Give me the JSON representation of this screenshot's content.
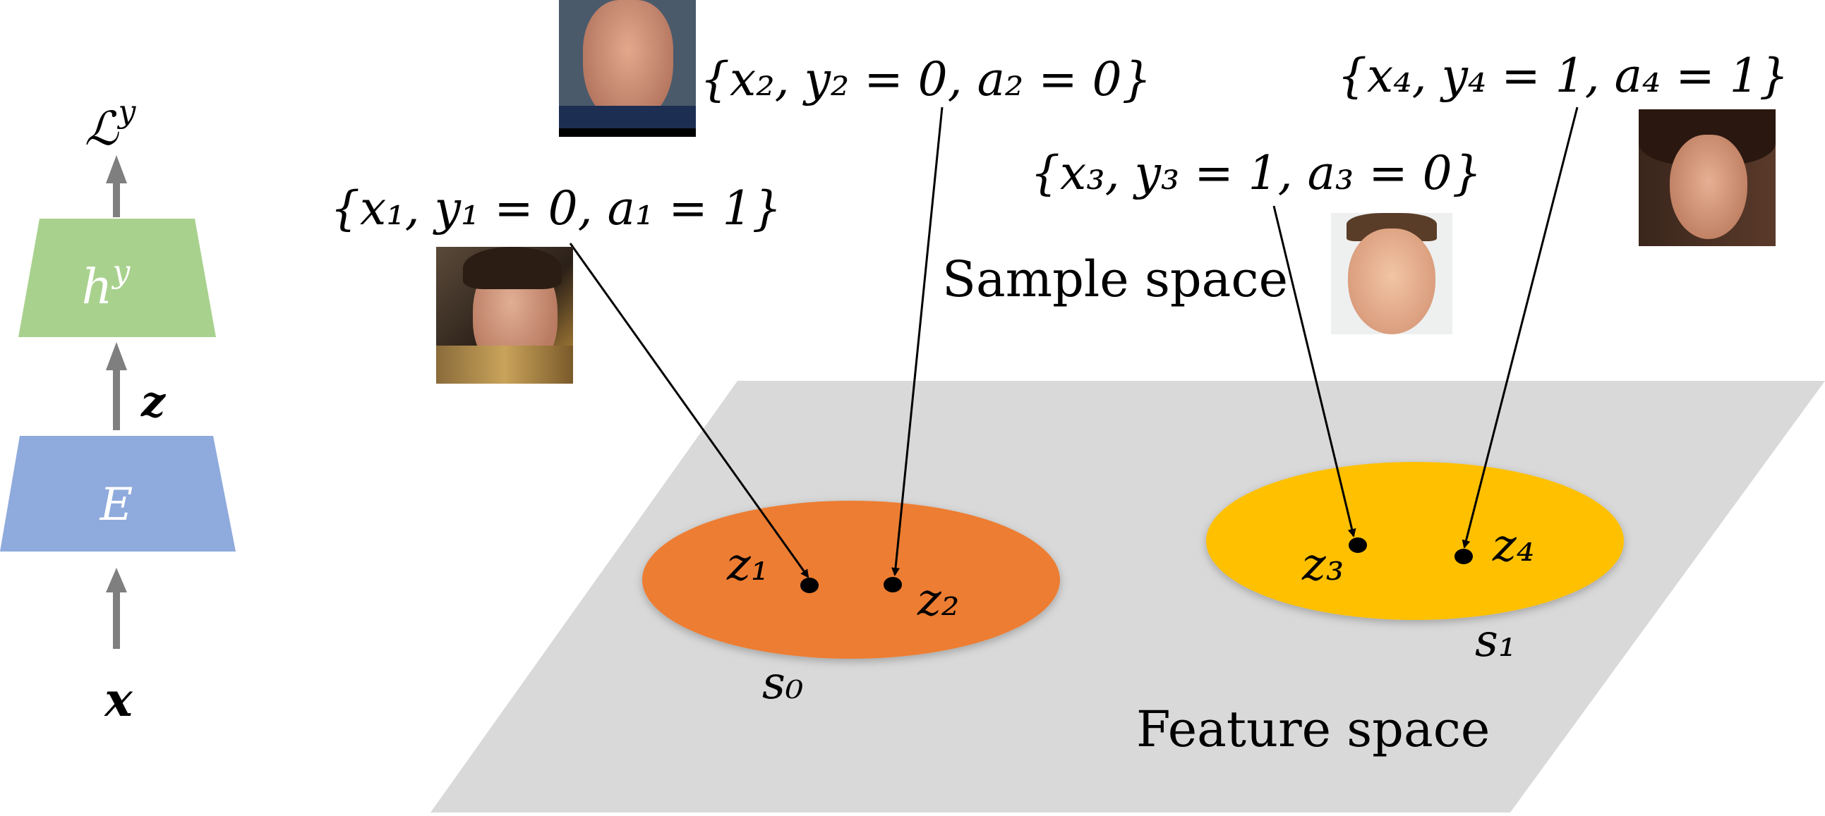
{
  "pipeline": {
    "loss_label": "ℒ",
    "loss_sup": "y",
    "head_label": "h",
    "head_sup": "y",
    "latent_label": "z",
    "encoder_label": "E",
    "input_label": "x",
    "colors": {
      "head": "#a9d18e",
      "encoder": "#8faadc",
      "arrow": "#7f7f7f"
    }
  },
  "samples": [
    {
      "id": "1",
      "label": "{x₁, y₁ = 0, a₁ = 1}",
      "face": "woman-face-1"
    },
    {
      "id": "2",
      "label": "{x₂, y₂ = 0, a₂ = 0}",
      "face": "man-face-2"
    },
    {
      "id": "3",
      "label": "{x₃, y₃ = 1, a₃ = 0}",
      "face": "man-face-3"
    },
    {
      "id": "4",
      "label": "{x₄, y₄ = 1, a₄ = 1}",
      "face": "woman-face-4"
    }
  ],
  "sample_space_label": "Sample space",
  "feature_space_label": "Feature space",
  "clusters": [
    {
      "name": "s₀",
      "color": "#ed7d31",
      "points": [
        "z₁",
        "z₂"
      ]
    },
    {
      "name": "s₁",
      "color": "#ffc000",
      "points": [
        "z₃",
        "z₄"
      ]
    }
  ],
  "plane_color": "#d9d9d9"
}
